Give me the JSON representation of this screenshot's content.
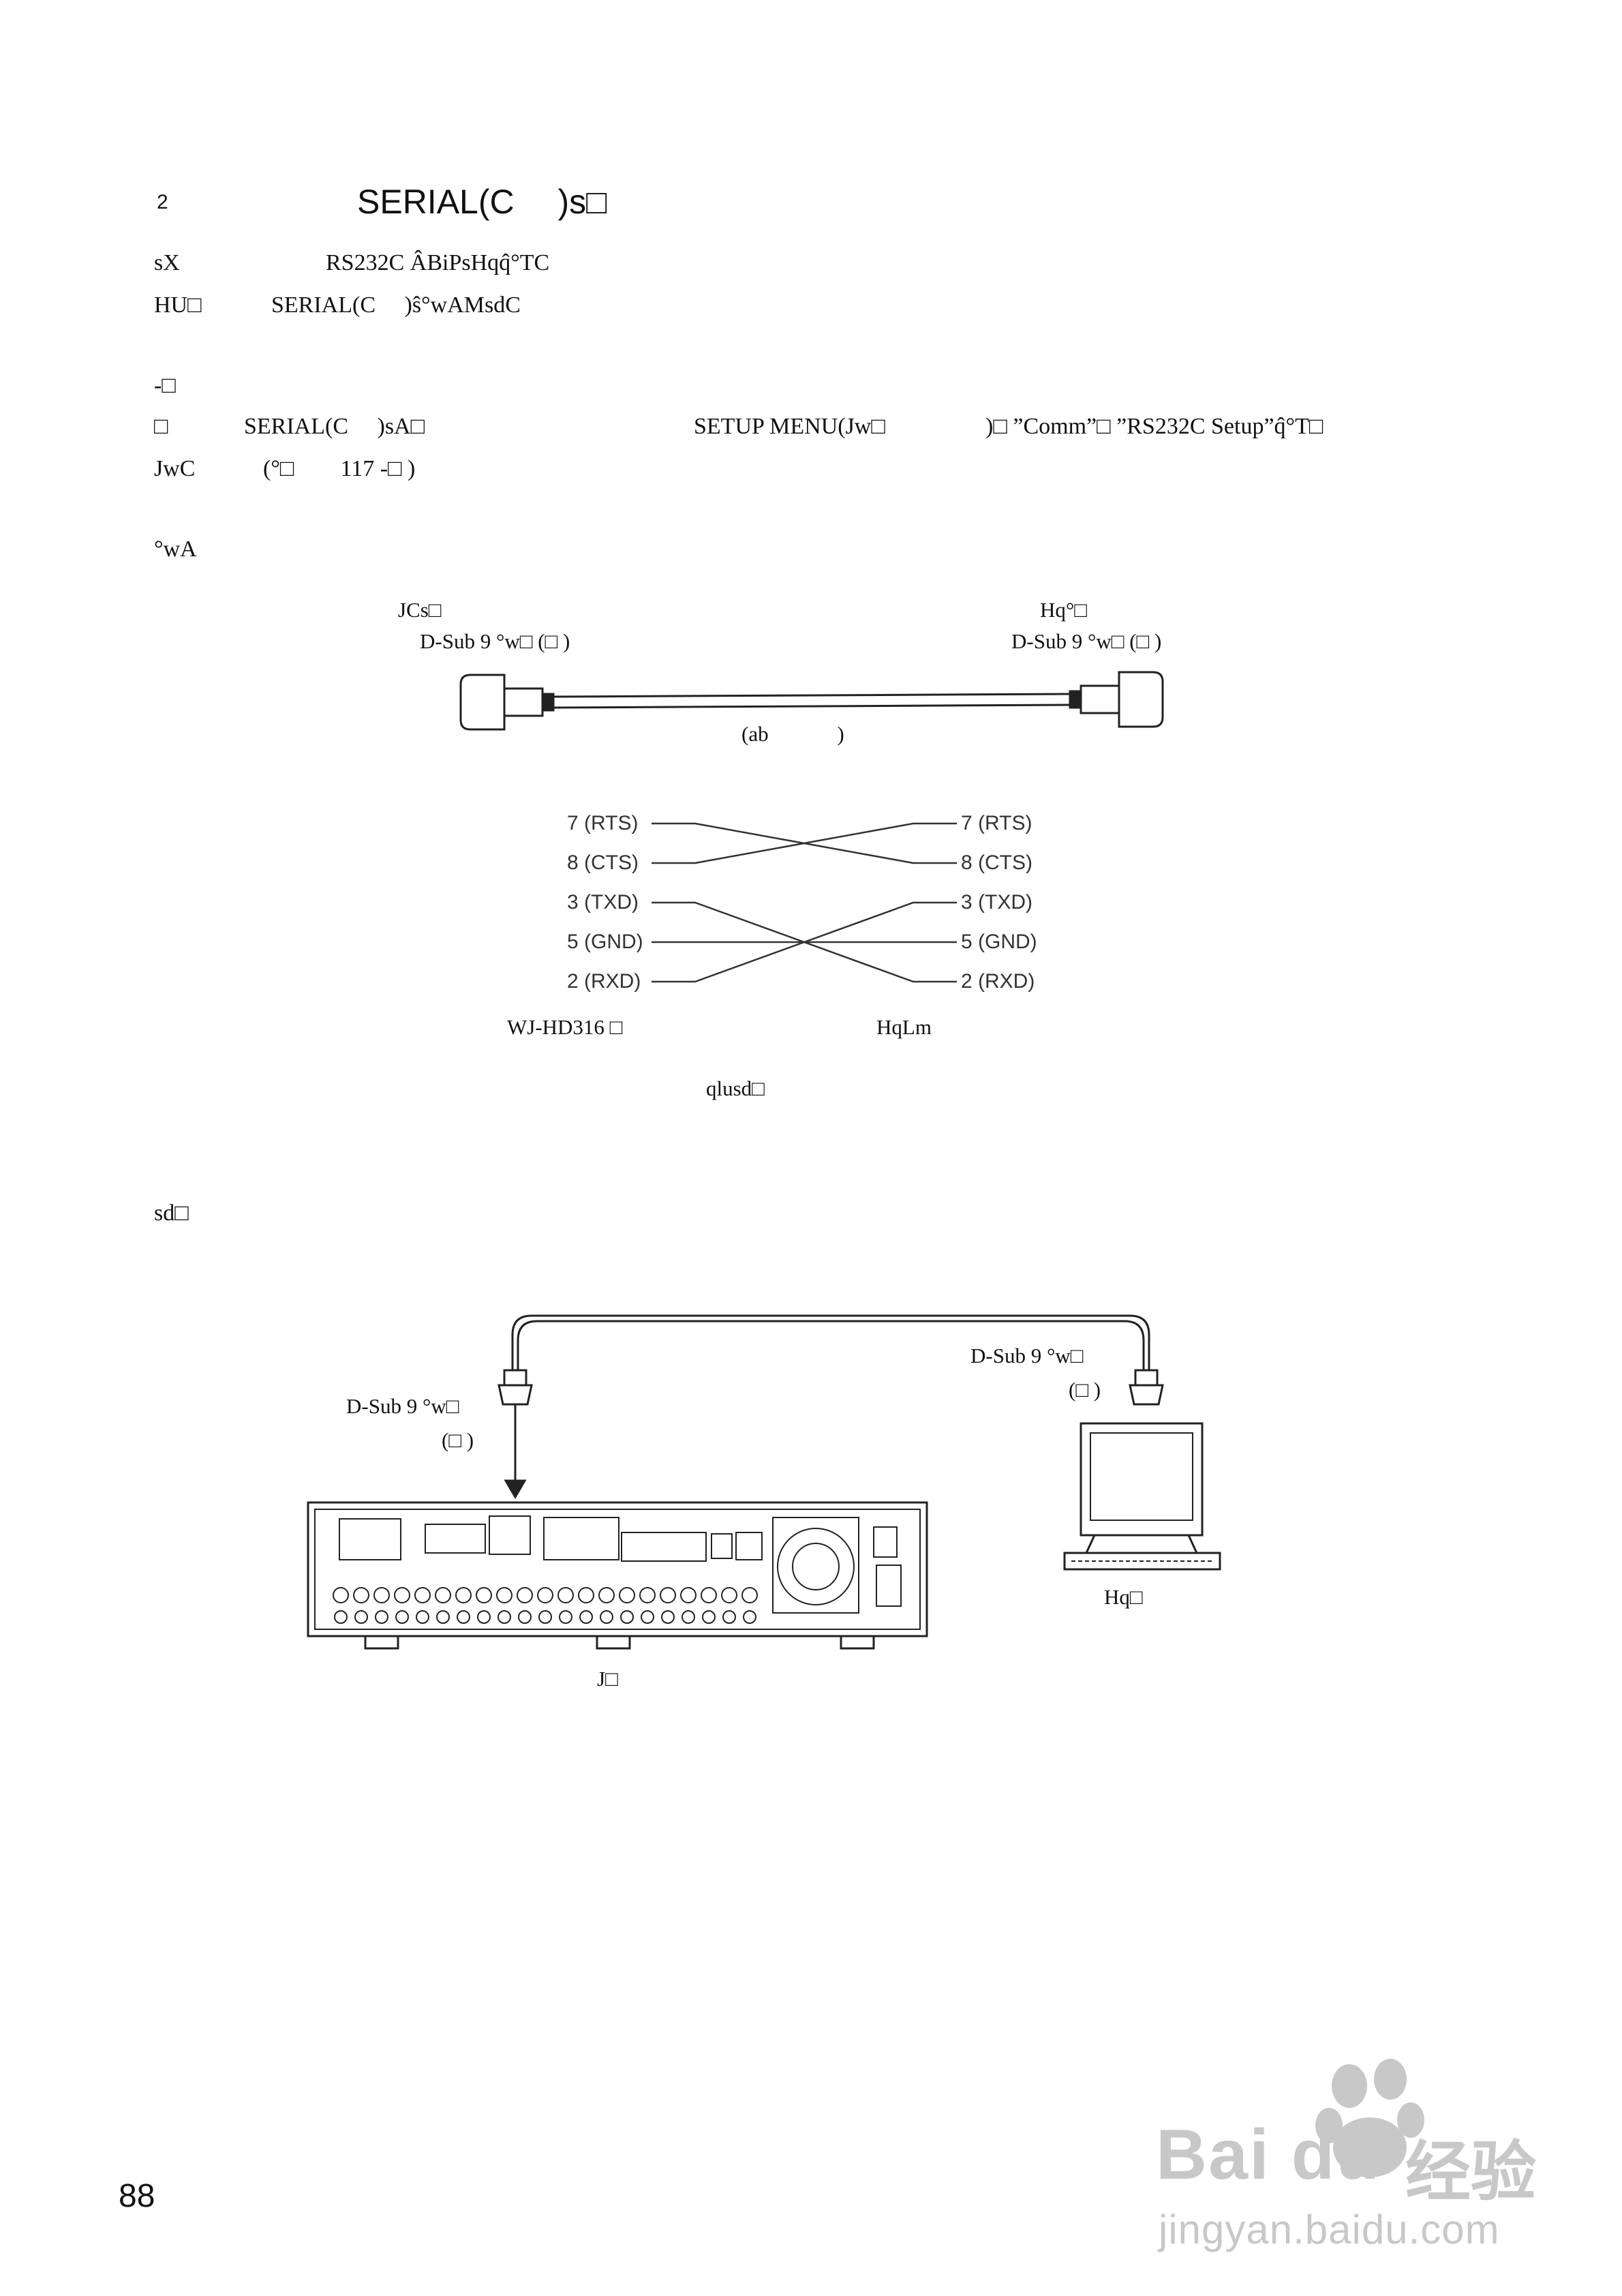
{
  "page": {
    "heading_icon": "",
    "heading_prefix": "2",
    "heading": "SERIAL(C　 )s□",
    "page_number": "88"
  },
  "intro": {
    "line1_lead": "sX",
    "line1": "RS232C ÂBiPsHqq̂°TC",
    "line2_lead": "HU□",
    "line2": "SERIAL(C　 )ŝ°wAMsdC"
  },
  "note": {
    "mark": "-□",
    "lead": "□",
    "part1": "SERIAL(C　 )sA□",
    "part2": "SETUP MENU(Jw□",
    "part3": ")□ ”Comm”□ ”RS232C Setup”q̂°T□",
    "line2_lead": "JwC",
    "line2": "(°□　　117 -□ )"
  },
  "section_cable": {
    "title": "°wA",
    "left_connector_title": "JCs□",
    "left_connector_type": "D-Sub 9 °w□ (□ )",
    "right_connector_title": "Hq°□",
    "right_connector_type": "D-Sub 9 °w□ (□ )",
    "cable_caption": "(ab　　　 )",
    "left_pins": [
      "7 (RTS)",
      "8 (CTS)",
      "3 (TXD)",
      "5 (GND)",
      "2 (RXD)"
    ],
    "right_pins": [
      "7 (RTS)",
      "8 (CTS)",
      "3 (TXD)",
      "5 (GND)",
      "2 (RXD)"
    ],
    "left_device": "WJ-HD316 □",
    "right_device": "HqLm",
    "wiring_caption": "qlusd□"
  },
  "section_connection": {
    "title": "sd□",
    "left_connector_line1": "D-Sub 9 °w□",
    "left_connector_line2": "(□ )",
    "right_connector_line1": "D-Sub 9 °w□",
    "right_connector_line2": "(□ )",
    "recorder_label": "J□",
    "pc_label": "Hq□"
  },
  "watermark": {
    "brand": "Bai du",
    "brand_cn": "经验",
    "url": "jingyan.baidu.com"
  },
  "colors": {
    "ink": "#111111",
    "line": "#222222",
    "watermark": "#c8c8c8"
  }
}
